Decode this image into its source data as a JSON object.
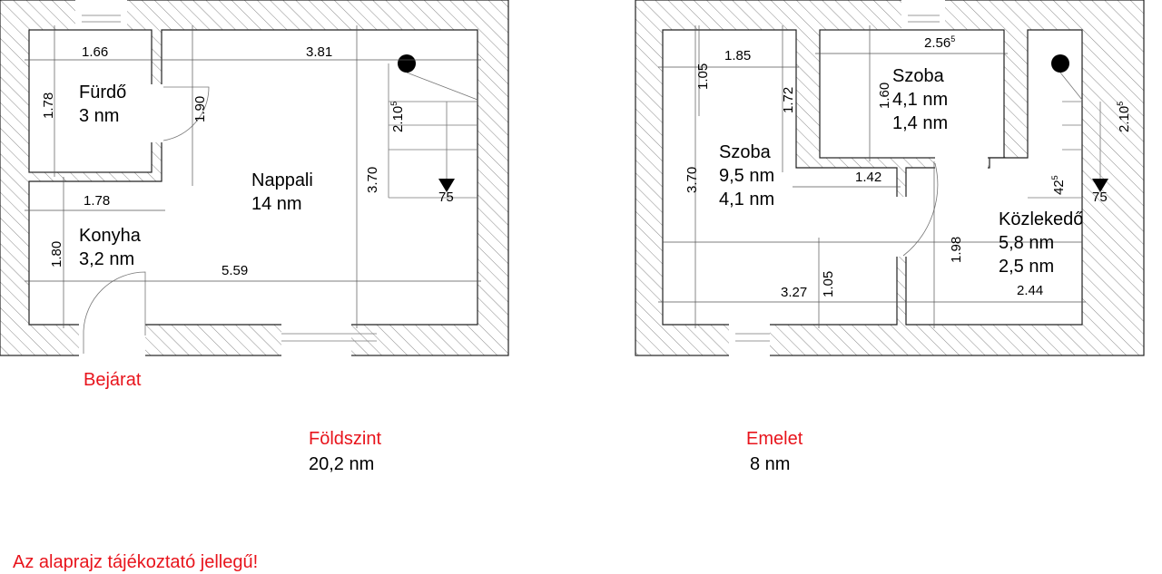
{
  "colors": {
    "accent_red": "#e8141c",
    "wall_hatch": "#888888"
  },
  "ground_floor": {
    "title": "Földszint",
    "area": "20,2 nm",
    "entrance_label": "Bejárat",
    "rooms": [
      {
        "name": "Fürdő",
        "area": "3 nm"
      },
      {
        "name": "Nappali",
        "area": "14 nm"
      },
      {
        "name": "Konyha",
        "area": "3,2 nm"
      }
    ],
    "dimensions": {
      "bath_width": "1.66",
      "living_width": "3.81",
      "bath_height": "1.78",
      "door_height": "1.90",
      "stair_len": "2.10",
      "stair_len_sup": "5",
      "living_height": "3.70",
      "kitchen_width": "1.78",
      "kitchen_height": "1.80",
      "total_width": "5.59",
      "stair_mark": "75"
    }
  },
  "upper_floor": {
    "title": "Emelet",
    "area": "8 nm",
    "rooms": [
      {
        "name": "Szoba",
        "area": "9,5 nm",
        "area2": "4,1 nm"
      },
      {
        "name": "Szoba",
        "area": "4,1 nm",
        "area2": "1,4 nm"
      },
      {
        "name": "Közlekedő",
        "area": "5,8 nm",
        "area2": "2,5 nm"
      }
    ],
    "dimensions": {
      "room1_top_width": "1.85",
      "room2_width": "2.56",
      "room2_width_sup": "5",
      "room1_top_h": "1.05",
      "room1_mid_h": "1.72",
      "room2_height": "1.60",
      "stair_len": "2.10",
      "stair_len_sup": "5",
      "room1_height": "3.70",
      "niche_width": "1.42",
      "landing": "42",
      "landing_sup": "5",
      "door_h": "1.98",
      "room1_width": "3.27",
      "room1_bottom_h": "1.05",
      "hall_width": "2.44",
      "stair_mark": "75"
    }
  },
  "disclaimer": "Az alaprajz tájékoztató jellegű!"
}
